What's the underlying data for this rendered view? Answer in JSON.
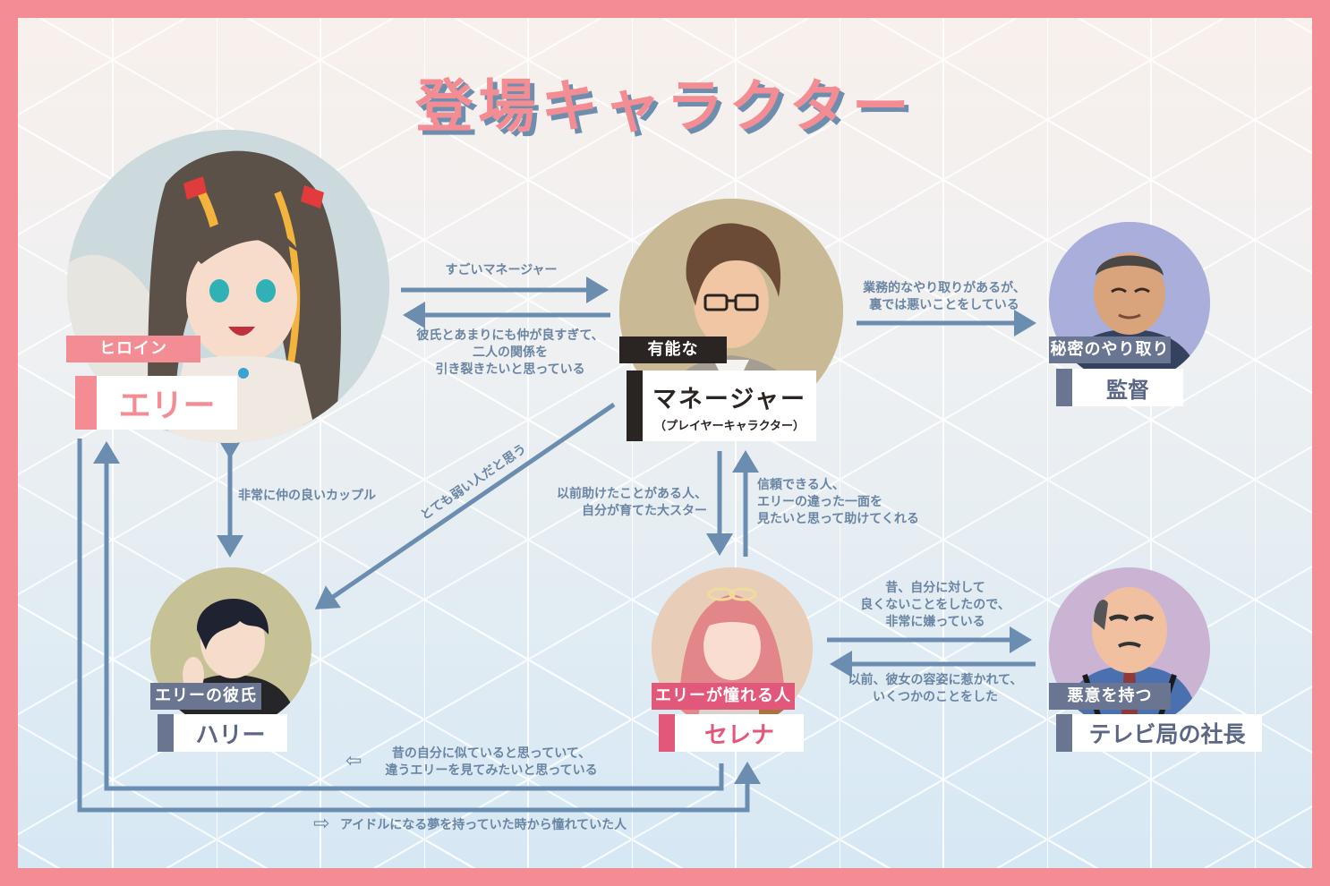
{
  "title": "登場キャラクター",
  "colors": {
    "border": "#f48d93",
    "line": "#6a8db0",
    "relation_text": "#6a85a3",
    "title_fill": "#f48d93",
    "title_shadow": "#6e8eae",
    "pink_tag": "#f48d93",
    "rose_tag": "#e2587a",
    "dark_tag": "#2a2422",
    "slate_tag": "#6a7591"
  },
  "characters": {
    "ellie": {
      "tag": "ヒロイン",
      "name": "エリー",
      "portrait_bg": "#ccd9dd"
    },
    "manager": {
      "tag": "有能な",
      "name": "マネージャー",
      "subname": "（プレイヤーキャラクター）",
      "portrait_bg": "#c9b994"
    },
    "director": {
      "tag": "秘密のやり取り",
      "name": "監督",
      "portrait_bg": "#a9aedb"
    },
    "harry": {
      "tag": "エリーの彼氏",
      "name": "ハリー",
      "portrait_bg": "#c7c295"
    },
    "serena": {
      "tag": "エリーが憧れる人",
      "name": "セレナ",
      "portrait_bg": "#e8cdb8"
    },
    "tv_president": {
      "tag": "悪意を持つ",
      "name": "テレビ局の社長",
      "portrait_bg": "#cbb3d4"
    }
  },
  "relations": {
    "ellie_to_manager": "すごいマネージャー",
    "manager_to_ellie": [
      "彼氏とあまりにも仲が良すぎて、",
      "二人の関係を",
      "引き裂きたいと思っている"
    ],
    "manager_to_director": [
      "業務的なやり取りがあるが、",
      "裏では悪いことをしている"
    ],
    "ellie_harry": "非常に仲の良いカップル",
    "manager_to_harry": "とても弱い人だと思う",
    "manager_to_serena": [
      "以前助けたことがある人、",
      "自分が育てた大スター"
    ],
    "serena_to_manager": [
      "信頼できる人、",
      "エリーの違った一面を",
      "見たいと思って助けてくれる"
    ],
    "serena_to_president": [
      "昔、自分に対して",
      "良くないことをしたので、",
      "非常に嫌っている"
    ],
    "president_to_serena": [
      "以前、彼女の容姿に惹かれて、",
      "いくつかのことをした"
    ],
    "serena_to_ellie": [
      "昔の自分に似ていると思っていて、",
      "違うエリーを見てみたいと思っている"
    ],
    "ellie_to_serena": "アイドルになる夢を持っていた時から憧れていた人"
  },
  "icons": {
    "left_arrow": "⇦",
    "right_arrow": "⇨"
  }
}
